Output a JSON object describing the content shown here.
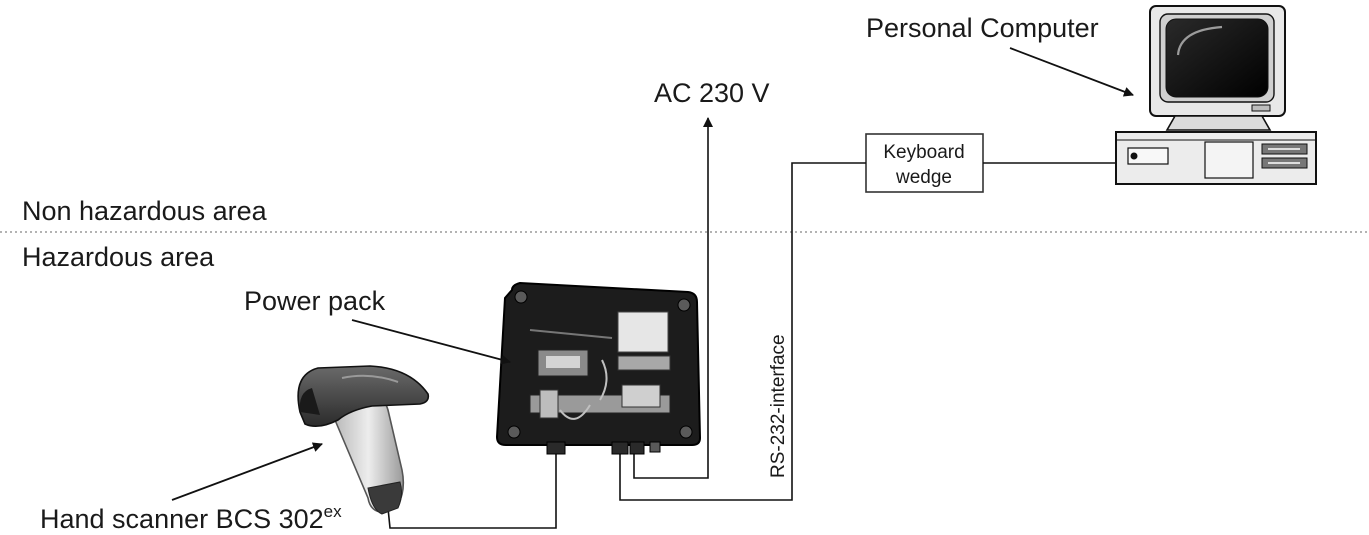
{
  "areas": {
    "non_hazardous": "Non hazardous area",
    "hazardous": "Hazardous area"
  },
  "labels": {
    "personal_computer": "Personal Computer",
    "ac_power": "AC 230 V",
    "keyboard_wedge_line1": "Keyboard",
    "keyboard_wedge_line2": "wedge",
    "power_pack": "Power pack",
    "rs232": "RS-232-interface",
    "hand_scanner": "Hand scanner BCS 302",
    "hand_scanner_sup": "ex"
  }
}
